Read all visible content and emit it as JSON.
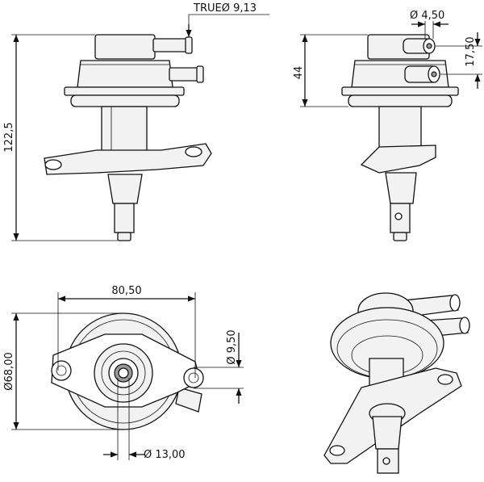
{
  "dimensions": {
    "inlet_true": "TRUEØ 9,13",
    "overall_height": "122,5",
    "port_dia": "Ø 4,50",
    "flange_height": "44",
    "port_spacing": "17,50",
    "hole_spacing": "80,50",
    "body_dia": "Ø68,00",
    "hole_dia": "Ø 9,50",
    "shaft_dia": "Ø 13,00"
  }
}
